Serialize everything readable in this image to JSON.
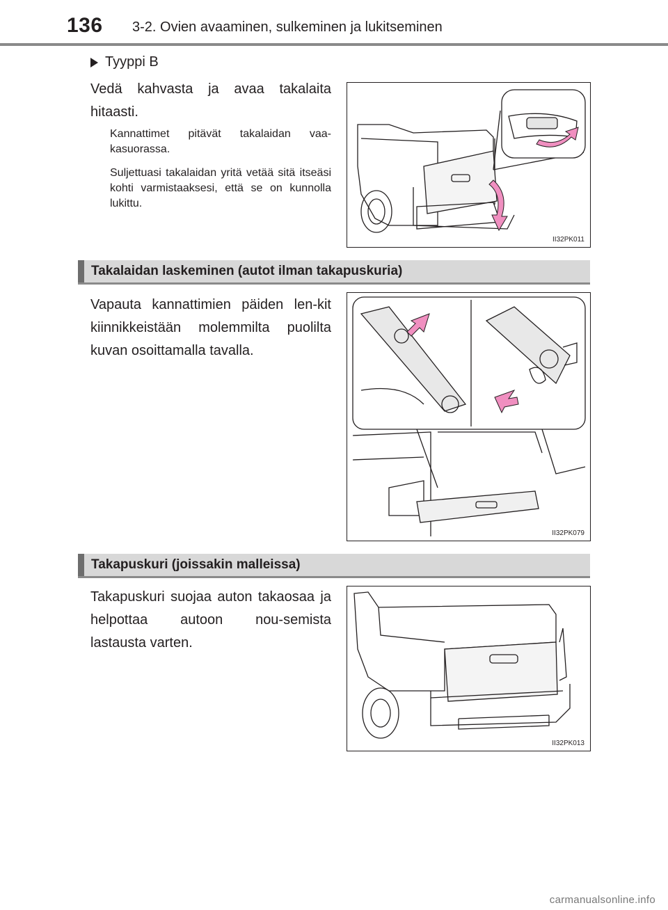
{
  "header": {
    "page_number": "136",
    "section": "3-2. Ovien avaaminen, sulkeminen ja lukitseminen"
  },
  "type_b": {
    "label": "Tyyppi B",
    "instruction": "Vedä kahvasta ja avaa takalaita hitaasti.",
    "note1": "Kannattimet pitävät takalaidan vaa-kasuorassa.",
    "note2": "Suljettuasi takalaidan yritä vetää sitä itseäsi kohti varmistaaksesi, että se on kunnolla lukittu.",
    "figure_code": "II32PK011"
  },
  "section_lowering": {
    "title": "Takalaidan laskeminen (autot ilman takapuskuria)",
    "instruction": "Vapauta kannattimien päiden len-kit kiinnikkeistään molemmilta puolilta kuvan osoittamalla tavalla.",
    "figure_code": "II32PK079"
  },
  "section_bumper": {
    "title": "Takapuskuri (joissakin malleissa)",
    "text": "Takapuskuri suojaa auton takaosaa ja helpottaa autoon nou-semista lastausta varten.",
    "figure_code": "II32PK013"
  },
  "watermark": "carmanualsonline.info",
  "colors": {
    "arrow": "#f08fc0",
    "bar": "#d8d8d8",
    "bar_accent": "#6d6d6d"
  }
}
